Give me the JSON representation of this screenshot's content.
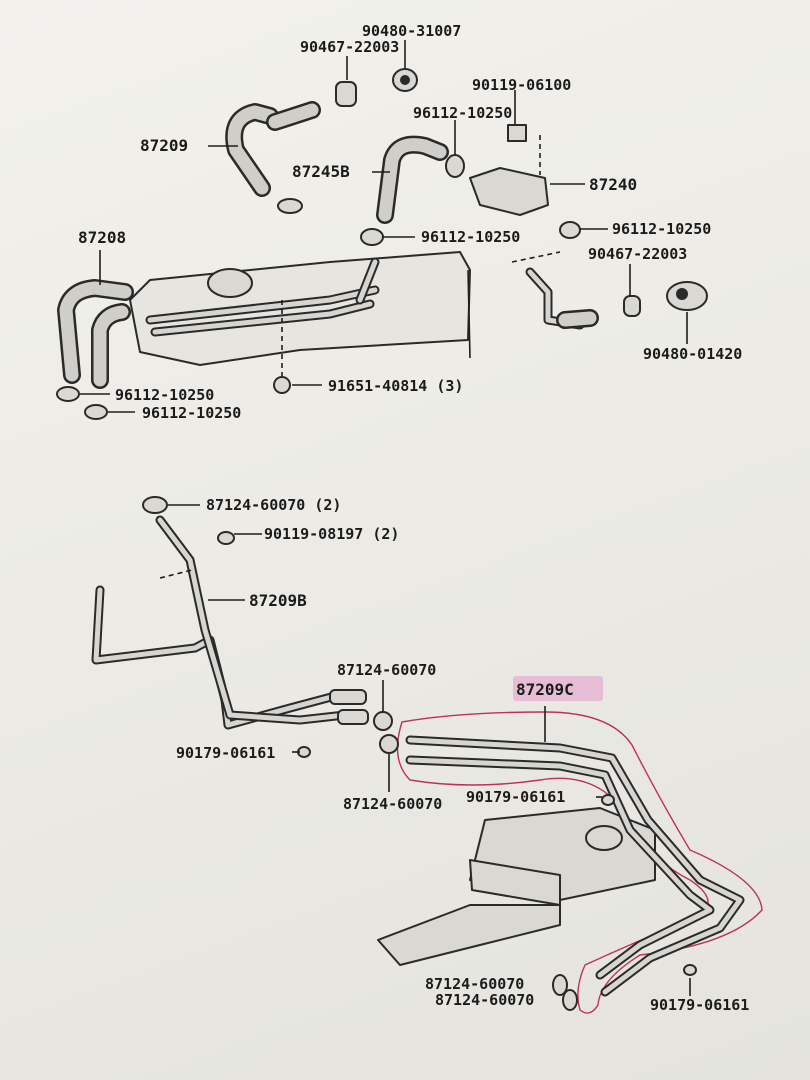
{
  "labels": {
    "p1": "90480-31007",
    "p2": "90467-22003",
    "p3": "90119-06100",
    "p4": "96112-10250",
    "p5": "87209",
    "p6": "87245B",
    "p7": "87240",
    "p8": "96112-10250",
    "p9": "87208",
    "p10": "96112-10250",
    "p11": "90467-22003",
    "p12": "90480-01420",
    "p13": "96112-10250",
    "p14": "96112-10250",
    "p15": "91651-40814 (3)",
    "p16": "87124-60070 (2)",
    "p17": "90119-08197 (2)",
    "p18": "87209B",
    "p19": "87124-60070",
    "p20": "87209C",
    "p21": "90179-06161",
    "p22": "87124-60070",
    "p23": "90179-06161",
    "p24": "87124-60070",
    "p25": "87124-60070",
    "p26": "90179-06161"
  },
  "colors": {
    "ink": "#1b1b1b",
    "highlight": "#e7b8d4",
    "callout": "#c0305a"
  }
}
